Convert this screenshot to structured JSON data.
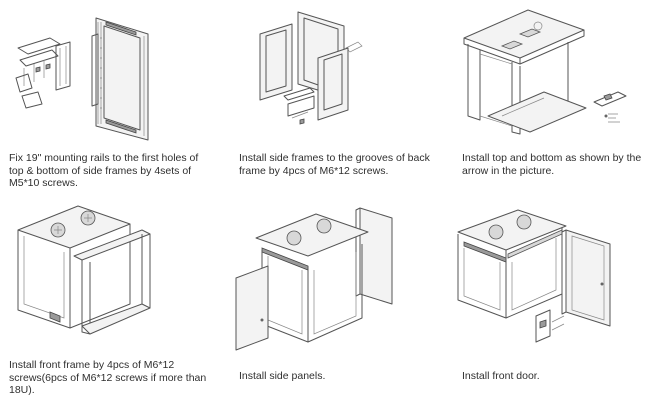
{
  "steps": [
    {
      "caption": "Fix 19\" mounting rails to the first holes of top & bottom of side frames by 4sets of M5*10 screws."
    },
    {
      "caption": "Install side frames to the grooves of back frame by 4pcs of M6*12 screws."
    },
    {
      "caption": "Install top and bottom as shown by the arrow in the picture."
    },
    {
      "caption": "Install front frame by 4pcs of M6*12 screws(6pcs of M6*12 screws if more than 18U)."
    },
    {
      "caption": "Install side panels."
    },
    {
      "caption": "Install front door."
    }
  ],
  "icons": {
    "fan": "fan-vent-icon",
    "screw": "screw-icon"
  },
  "colors": {
    "line": "#555555",
    "caption": "#2f2f2f"
  }
}
